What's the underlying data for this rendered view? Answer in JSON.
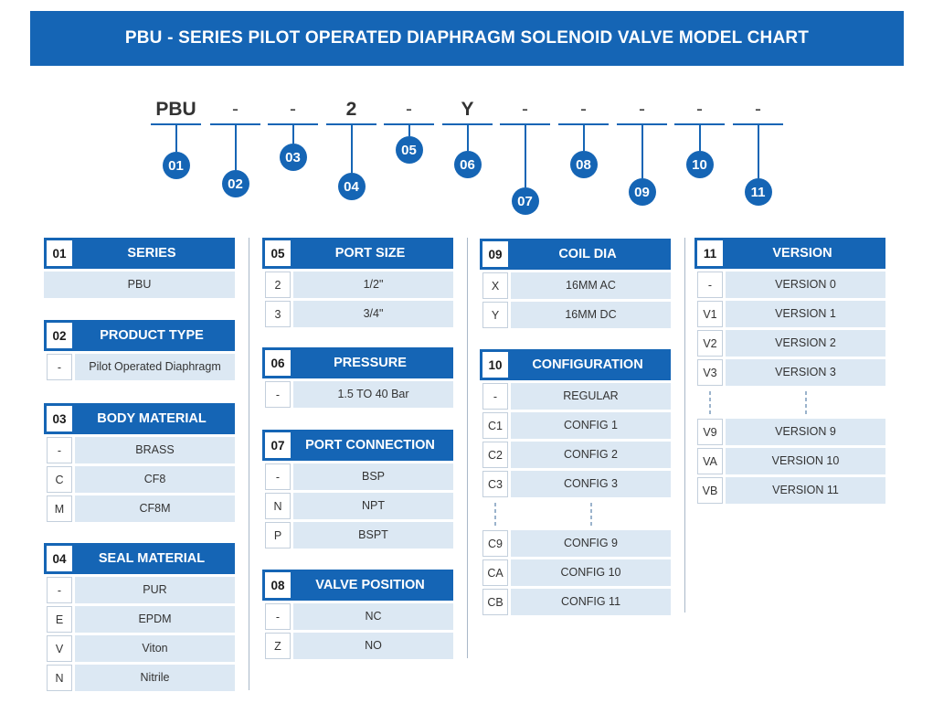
{
  "title": "PBU - SERIES PILOT OPERATED DIAPHRAGM SOLENOID VALVE MODEL CHART",
  "model_code": [
    "PBU",
    "-",
    "-",
    "2",
    "-",
    "Y",
    "-",
    "-",
    "-",
    "-",
    "-"
  ],
  "badges": [
    "01",
    "02",
    "03",
    "04",
    "05",
    "06",
    "07",
    "08",
    "09",
    "10",
    "11"
  ],
  "colors": {
    "brand_blue": "#1565b5",
    "cell_fill": "#dce8f3"
  },
  "tables": {
    "series": {
      "num": "01",
      "title": "SERIES",
      "rows": [
        {
          "code": "",
          "desc": "PBU"
        }
      ]
    },
    "product_type": {
      "num": "02",
      "title": "PRODUCT TYPE",
      "rows": [
        {
          "code": "-",
          "desc": "Pilot Operated Diaphragm"
        }
      ]
    },
    "body_material": {
      "num": "03",
      "title": "BODY MATERIAL",
      "rows": [
        {
          "code": "-",
          "desc": "BRASS"
        },
        {
          "code": "C",
          "desc": "CF8"
        },
        {
          "code": "M",
          "desc": "CF8M"
        }
      ]
    },
    "seal_material": {
      "num": "04",
      "title": "SEAL MATERIAL",
      "rows": [
        {
          "code": "-",
          "desc": "PUR"
        },
        {
          "code": "E",
          "desc": "EPDM"
        },
        {
          "code": "V",
          "desc": "Viton"
        },
        {
          "code": "N",
          "desc": "Nitrile"
        }
      ]
    },
    "port_size": {
      "num": "05",
      "title": "PORT SIZE",
      "rows": [
        {
          "code": "2",
          "desc": "1/2\""
        },
        {
          "code": "3",
          "desc": "3/4\""
        }
      ]
    },
    "pressure": {
      "num": "06",
      "title": "PRESSURE",
      "rows": [
        {
          "code": "-",
          "desc": "1.5 TO 40 Bar"
        }
      ]
    },
    "port_connection": {
      "num": "07",
      "title": "PORT CONNECTION",
      "rows": [
        {
          "code": "-",
          "desc": "BSP"
        },
        {
          "code": "N",
          "desc": "NPT"
        },
        {
          "code": "P",
          "desc": "BSPT"
        }
      ]
    },
    "valve_position": {
      "num": "08",
      "title": "VALVE POSITION",
      "rows": [
        {
          "code": "-",
          "desc": "NC"
        },
        {
          "code": "Z",
          "desc": "NO"
        }
      ]
    },
    "coil_dia": {
      "num": "09",
      "title": "COIL DIA",
      "rows": [
        {
          "code": "X",
          "desc": "16MM AC"
        },
        {
          "code": "Y",
          "desc": "16MM DC"
        }
      ]
    },
    "configuration": {
      "num": "10",
      "title": "CONFIGURATION",
      "rows": [
        {
          "code": "-",
          "desc": "REGULAR"
        },
        {
          "code": "C1",
          "desc": "CONFIG 1"
        },
        {
          "code": "C2",
          "desc": "CONFIG 2"
        },
        {
          "code": "C3",
          "desc": "CONFIG 3"
        },
        {
          "code": "",
          "desc": "",
          "dots": true
        },
        {
          "code": "C9",
          "desc": "CONFIG 9"
        },
        {
          "code": "CA",
          "desc": "CONFIG 10"
        },
        {
          "code": "CB",
          "desc": "CONFIG 11"
        }
      ]
    },
    "version": {
      "num": "11",
      "title": "VERSION",
      "rows": [
        {
          "code": "-",
          "desc": "VERSION 0"
        },
        {
          "code": "V1",
          "desc": "VERSION 1"
        },
        {
          "code": "V2",
          "desc": "VERSION 2"
        },
        {
          "code": "V3",
          "desc": "VERSION 3"
        },
        {
          "code": "",
          "desc": "",
          "dots": true
        },
        {
          "code": "V9",
          "desc": "VERSION 9"
        },
        {
          "code": "VA",
          "desc": "VERSION 10"
        },
        {
          "code": "VB",
          "desc": "VERSION 11"
        }
      ]
    }
  }
}
